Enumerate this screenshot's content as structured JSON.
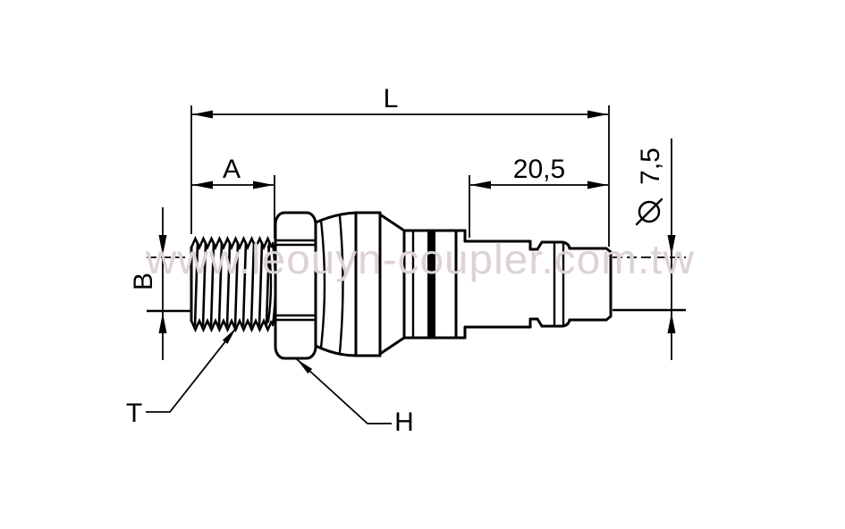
{
  "drawing": {
    "title_labels": {
      "overall_length": "L",
      "thread_length": "A",
      "plug_length": "20,5",
      "thread_diameter": "B",
      "tip_diameter_value": "7,5",
      "thread_callout": "T",
      "hex_callout": "H"
    },
    "watermark": {
      "text": "www.leouyn-coupler.com.tw",
      "color": "#ddd2d2"
    },
    "colors": {
      "line": "#000000",
      "background": "#ffffff"
    }
  }
}
